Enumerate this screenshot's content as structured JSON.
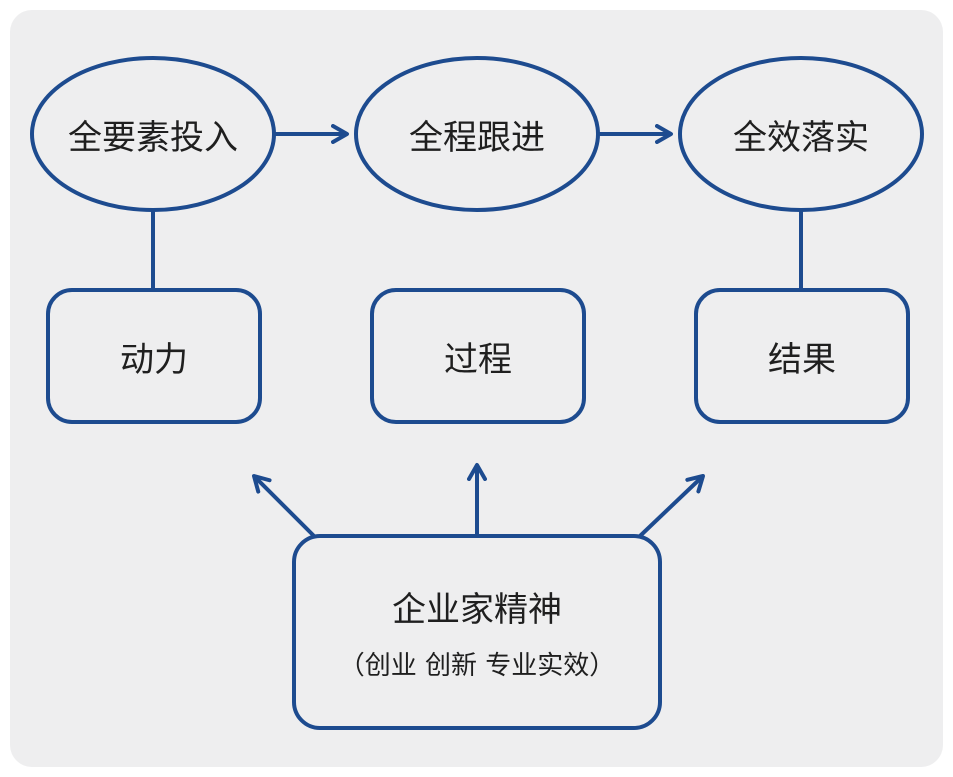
{
  "ellipses": [
    {
      "label": "全要素投入"
    },
    {
      "label": "全程跟进"
    },
    {
      "label": "全效落实"
    }
  ],
  "boxes": [
    {
      "label": "动力"
    },
    {
      "label": "过程"
    },
    {
      "label": "结果"
    }
  ],
  "core": {
    "title": "企业家精神",
    "subtitle": "（创业 创新  专业实效）"
  },
  "colors": {
    "stroke": "#1d4b8f",
    "background": "#eeeeef",
    "text": "#1f1f1f"
  }
}
